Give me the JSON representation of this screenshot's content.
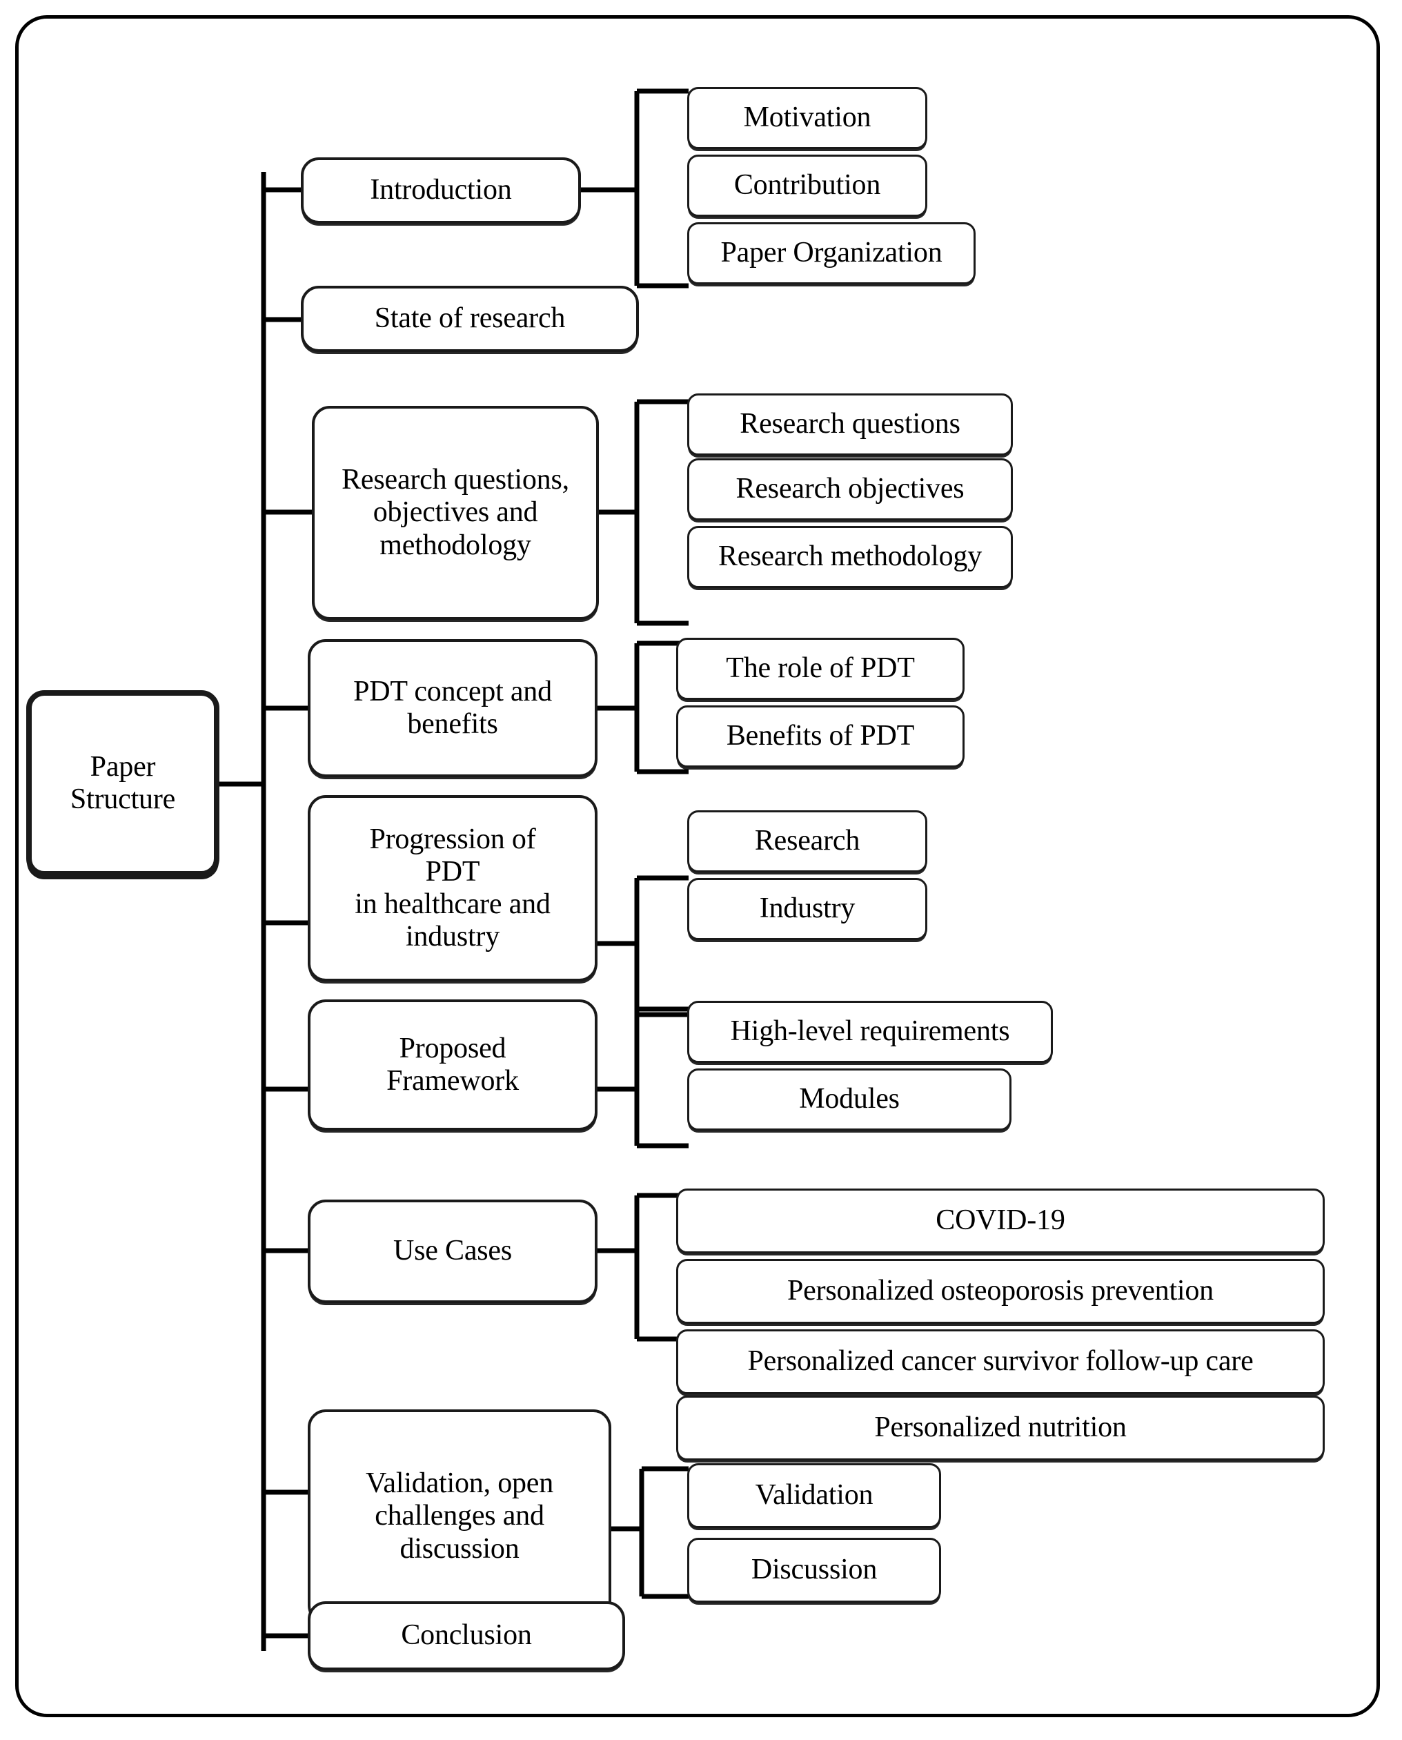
{
  "diagram": {
    "title": "Paper Structure",
    "type": "tree-hierarchy",
    "root": {
      "label": "Paper\nStructure"
    },
    "branches": [
      {
        "label": "Introduction",
        "children": [
          {
            "label": "Motivation"
          },
          {
            "label": "Contribution"
          },
          {
            "label": "Paper Organization"
          }
        ]
      },
      {
        "label": "State of research",
        "children": []
      },
      {
        "label": "Research questions,\nobjectives and\nmethodology",
        "children": [
          {
            "label": "Research questions"
          },
          {
            "label": "Research objectives"
          },
          {
            "label": "Research methodology"
          }
        ]
      },
      {
        "label": "PDT concept and\nbenefits",
        "children": [
          {
            "label": "The role of PDT"
          },
          {
            "label": "Benefits of PDT"
          }
        ]
      },
      {
        "label": "Progression  of\nPDT\nin healthcare and\nindustry",
        "children": [
          {
            "label": "Research"
          },
          {
            "label": "Industry"
          }
        ]
      },
      {
        "label": "Proposed\nFramework",
        "children": [
          {
            "label": "High-level requirements"
          },
          {
            "label": "Modules"
          }
        ]
      },
      {
        "label": "Use Cases",
        "children": [
          {
            "label": "COVID-19"
          },
          {
            "label": "Personalized osteoporosis prevention"
          },
          {
            "label": "Personalized cancer survivor follow-up care"
          },
          {
            "label": "Personalized nutrition"
          }
        ]
      },
      {
        "label": "Validation, open\nchallenges and\ndiscussion",
        "children": [
          {
            "label": "Validation"
          },
          {
            "label": "Discussion"
          }
        ]
      },
      {
        "label": "Conclusion",
        "children": []
      }
    ],
    "colors": {
      "stroke": "#000000",
      "fill": "#ffffff",
      "text": "#000000"
    }
  }
}
